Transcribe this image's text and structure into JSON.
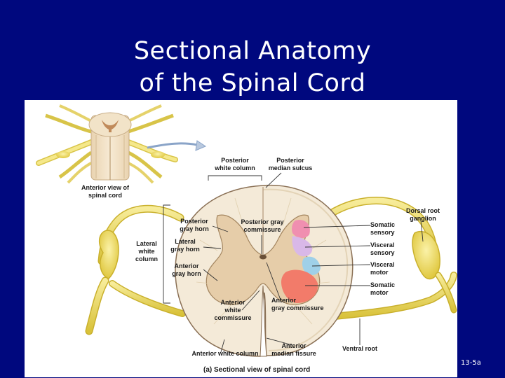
{
  "slide": {
    "title_line1": "Sectional Anatomy",
    "title_line2": "of the Spinal Cord",
    "slide_number": "13-5a"
  },
  "figure": {
    "inset_label_line1": "Anterior view of",
    "inset_label_line2": "spinal cord",
    "caption": "(a) Sectional view of spinal cord",
    "labels": {
      "posterior_white_column_1": "Posterior",
      "posterior_white_column_2": "white column",
      "posterior_median_sulcus_1": "Posterior",
      "posterior_median_sulcus_2": "median sulcus",
      "posterior_gray_horn_1": "Posterior",
      "posterior_gray_horn_2": "gray horn",
      "posterior_gray_commissure_1": "Posterior gray",
      "posterior_gray_commissure_2": "commissure",
      "lateral_gray_horn_1": "Lateral",
      "lateral_gray_horn_2": "gray horn",
      "lateral_white_column_1": "Lateral",
      "lateral_white_column_2": "white",
      "lateral_white_column_3": "column",
      "anterior_gray_horn_1": "Anterior",
      "anterior_gray_horn_2": "gray horn",
      "anterior_white_commissure_1": "Anterior",
      "anterior_white_commissure_2": "white",
      "anterior_white_commissure_3": "commissure",
      "anterior_gray_commissure_1": "Anterior",
      "anterior_gray_commissure_2": "gray commissure",
      "anterior_white_column": "Anterior white column",
      "anterior_median_fissure_1": "Anterior",
      "anterior_median_fissure_2": "median fissure",
      "dorsal_root_ganglion_1": "Dorsal root",
      "dorsal_root_ganglion_2": "ganglion",
      "somatic_sensory_1": "Somatic",
      "somatic_sensory_2": "sensory",
      "visceral_sensory_1": "Visceral",
      "visceral_sensory_2": "sensory",
      "visceral_motor_1": "Visceral",
      "visceral_motor_2": "motor",
      "somatic_motor_1": "Somatic",
      "somatic_motor_2": "motor",
      "ventral_root": "Ventral root"
    },
    "colors": {
      "white_matter": "#f4ead8",
      "gray_matter": "#e6cda9",
      "nerve": "#f2e06a",
      "somatic_sensory": "#f08fb0",
      "visceral_sensory": "#d9b8e8",
      "visceral_motor": "#9fd0e8",
      "somatic_motor": "#f27b6a"
    }
  }
}
